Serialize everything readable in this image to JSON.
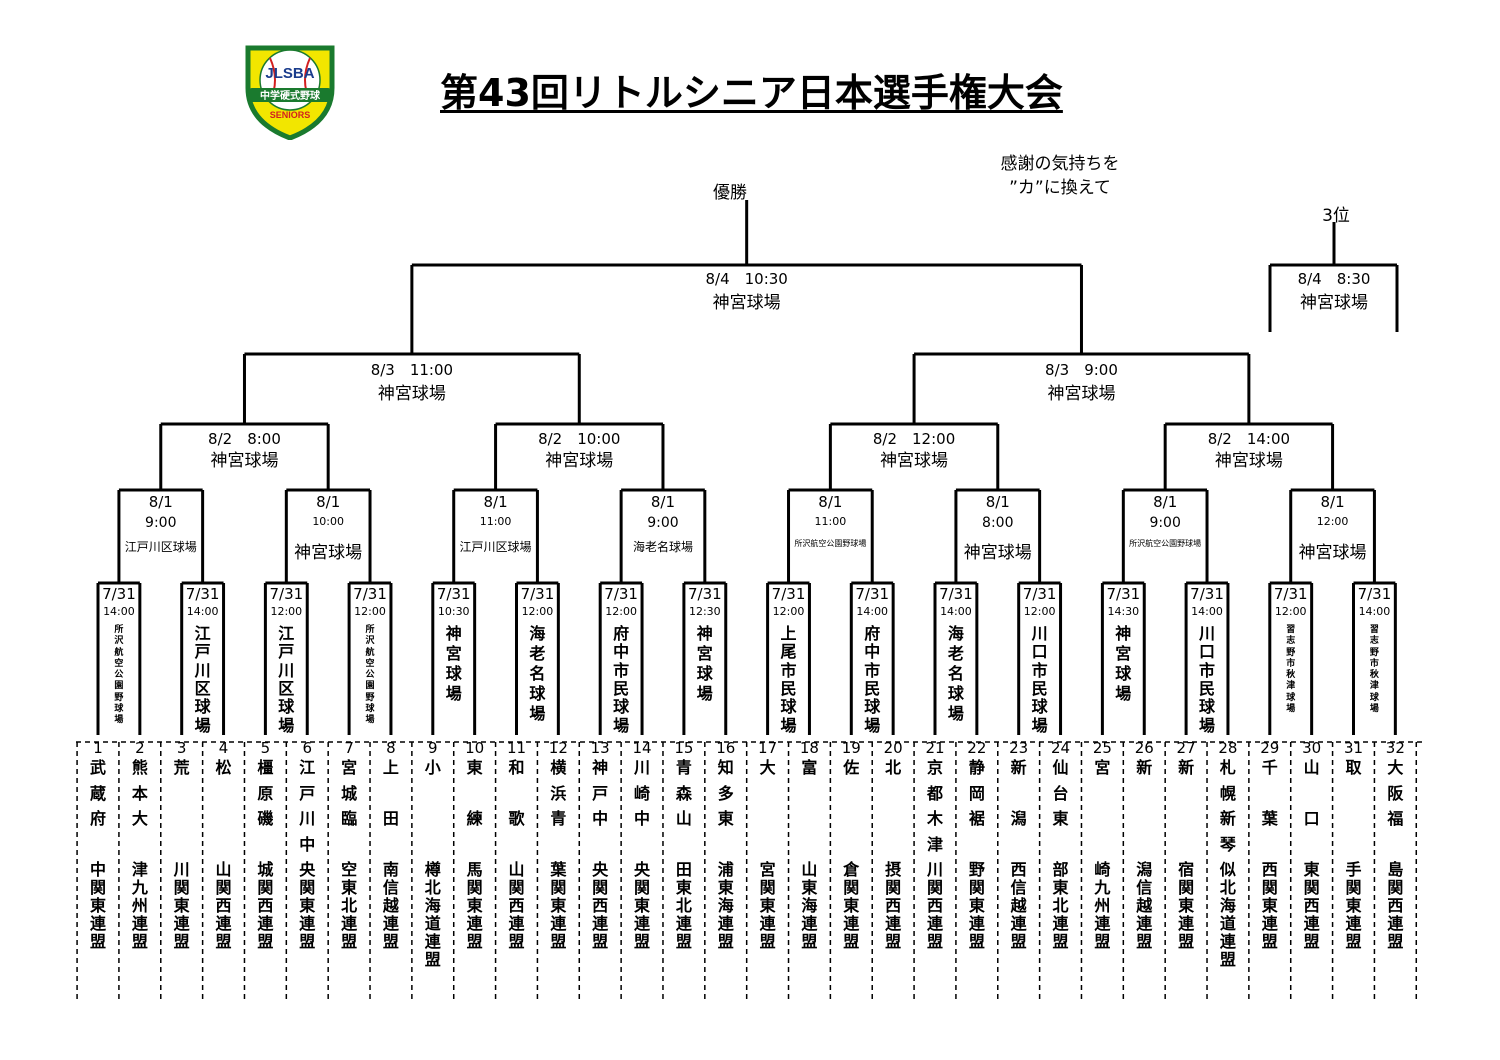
{
  "title": "第43回リトルシニア日本選手権大会",
  "motto": [
    "感謝の気持ちを",
    "”カ”に換えて"
  ],
  "logo": {
    "top_text": "JLSBA",
    "band_text": "中学硬式野球",
    "bottom_text": "SENIORS",
    "colors": {
      "shield": "#f2e600",
      "band": "#1a7a2e",
      "ball": "#ffffff",
      "accent": "#d21f1f"
    }
  },
  "champion_label": "優勝",
  "third_label": "3位",
  "final": {
    "date": "8/4　10:30",
    "venue": "神宮球場"
  },
  "third_place": {
    "date": "8/4　8:30",
    "venue": "神宮球場"
  },
  "semis": [
    {
      "date": "8/3　11:00",
      "venue": "神宮球場"
    },
    {
      "date": "8/3　9:00",
      "venue": "神宮球場"
    }
  ],
  "quarters": [
    {
      "date": "8/2　8:00",
      "venue": "神宮球場"
    },
    {
      "date": "8/2　10:00",
      "venue": "神宮球場"
    },
    {
      "date": "8/2　12:00",
      "venue": "神宮球場"
    },
    {
      "date": "8/2　14:00",
      "venue": "神宮球場"
    }
  ],
  "round2": [
    {
      "date": "8/1",
      "time": "9:00",
      "venue": "江戸川区球場"
    },
    {
      "date": "8/1",
      "time": "10:00",
      "venue": "神宮球場"
    },
    {
      "date": "8/1",
      "time": "11:00",
      "venue": "江戸川区球場"
    },
    {
      "date": "8/1",
      "time": "9:00",
      "venue": "海老名球場"
    },
    {
      "date": "8/1",
      "time": "11:00",
      "venue": "所沢航空公園野球場"
    },
    {
      "date": "8/1",
      "time": "8:00",
      "venue": "神宮球場"
    },
    {
      "date": "8/1",
      "time": "9:00",
      "venue": "所沢航空公園野球場"
    },
    {
      "date": "8/1",
      "time": "12:00",
      "venue": "神宮球場"
    }
  ],
  "round1": [
    {
      "date": "7/31",
      "time": "14:00",
      "venue": "所沢航空公園野球場"
    },
    {
      "date": "7/31",
      "time": "14:00",
      "venue": "江戸川区球場"
    },
    {
      "date": "7/31",
      "time": "12:00",
      "venue": "江戸川区球場"
    },
    {
      "date": "7/31",
      "time": "12:00",
      "venue": "所沢航空公園野球場"
    },
    {
      "date": "7/31",
      "time": "10:30",
      "venue": "神宮球場"
    },
    {
      "date": "7/31",
      "time": "12:00",
      "venue": "海老名球場"
    },
    {
      "date": "7/31",
      "time": "12:00",
      "venue": "府中市民球場"
    },
    {
      "date": "7/31",
      "time": "12:30",
      "venue": "神宮球場"
    },
    {
      "date": "7/31",
      "time": "12:00",
      "venue": "上尾市民球場"
    },
    {
      "date": "7/31",
      "time": "14:00",
      "venue": "府中市民球場"
    },
    {
      "date": "7/31",
      "time": "14:00",
      "venue": "海老名球場"
    },
    {
      "date": "7/31",
      "time": "12:00",
      "venue": "川口市民球場"
    },
    {
      "date": "7/31",
      "time": "14:30",
      "venue": "神宮球場"
    },
    {
      "date": "7/31",
      "time": "14:00",
      "venue": "川口市民球場"
    },
    {
      "date": "7/31",
      "time": "12:00",
      "venue": "習志野市秋津球場"
    },
    {
      "date": "7/31",
      "time": "14:00",
      "venue": "習志野市秋津球場"
    }
  ],
  "teams": [
    {
      "no": "1",
      "name": "武蔵府中",
      "conf": "関東連盟"
    },
    {
      "no": "2",
      "name": "熊本大津",
      "conf": "九州連盟"
    },
    {
      "no": "3",
      "name": "荒川",
      "conf": "関東連盟"
    },
    {
      "no": "4",
      "name": "松山",
      "conf": "関西連盟"
    },
    {
      "no": "5",
      "name": "橿原磯城",
      "conf": "関西連盟"
    },
    {
      "no": "6",
      "name": "江戸川中央",
      "conf": "関東連盟"
    },
    {
      "no": "7",
      "name": "宮城臨空",
      "conf": "東北連盟"
    },
    {
      "no": "8",
      "name": "上田南",
      "conf": "信越連盟"
    },
    {
      "no": "9",
      "name": "小樽",
      "conf": "北海道連盟"
    },
    {
      "no": "10",
      "name": "東練馬",
      "conf": "関東連盟"
    },
    {
      "no": "11",
      "name": "和歌山",
      "conf": "関西連盟"
    },
    {
      "no": "12",
      "name": "横浜青葉",
      "conf": "関東連盟"
    },
    {
      "no": "13",
      "name": "神戸中央",
      "conf": "関西連盟"
    },
    {
      "no": "14",
      "name": "川崎中央",
      "conf": "関東連盟"
    },
    {
      "no": "15",
      "name": "青森山田",
      "conf": "東北連盟"
    },
    {
      "no": "16",
      "name": "知多東浦",
      "conf": "東海連盟"
    },
    {
      "no": "17",
      "name": "大宮",
      "conf": "関東連盟"
    },
    {
      "no": "18",
      "name": "富山",
      "conf": "東海連盟"
    },
    {
      "no": "19",
      "name": "佐倉",
      "conf": "関東連盟"
    },
    {
      "no": "20",
      "name": "北摂",
      "conf": "関西連盟"
    },
    {
      "no": "21",
      "name": "京都木津川",
      "conf": "関西連盟"
    },
    {
      "no": "22",
      "name": "静岡裾野",
      "conf": "関東連盟"
    },
    {
      "no": "23",
      "name": "新潟西",
      "conf": "信越連盟"
    },
    {
      "no": "24",
      "name": "仙台東部",
      "conf": "東北連盟"
    },
    {
      "no": "25",
      "name": "宮崎",
      "conf": "九州連盟"
    },
    {
      "no": "26",
      "name": "新潟",
      "conf": "信越連盟"
    },
    {
      "no": "27",
      "name": "新宿",
      "conf": "関東連盟"
    },
    {
      "no": "28",
      "name": "札幌新琴似",
      "conf": "北海道連盟"
    },
    {
      "no": "29",
      "name": "千葉西",
      "conf": "関東連盟"
    },
    {
      "no": "30",
      "name": "山口東",
      "conf": "関西連盟"
    },
    {
      "no": "31",
      "name": "取手",
      "conf": "関東連盟"
    },
    {
      "no": "32",
      "name": "大阪福島",
      "conf": "関西連盟"
    }
  ]
}
